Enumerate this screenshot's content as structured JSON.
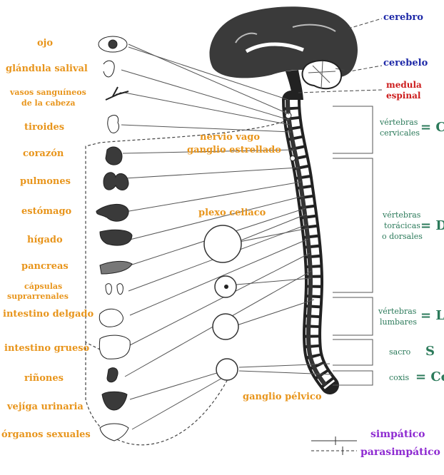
{
  "organs": [
    "ojo",
    "glándula salival",
    "vasos sanguíneos",
    "de la cabeza",
    "tiroides",
    "corazón",
    "pulmones",
    "estómago",
    "hígado",
    "pancreas",
    "cápsulas",
    "suprarrenales",
    "intestino delgado",
    "intestino grueso",
    "riñones",
    "vejíga urinaria",
    "órganos sexuales"
  ],
  "brain": {
    "cerebro": "cerebro",
    "cerebelo": "cerebelo",
    "medula_1": "medula",
    "medula_2": "espinal"
  },
  "ganglia": {
    "vago_1": "nervio vago",
    "vago_2": "ganglio estrellado",
    "celiaco": "plexo celiaco",
    "pelvico": "ganglio pélvico"
  },
  "vertebrae": {
    "cervical": {
      "line1": "vértebras",
      "line2": "cervicales",
      "symbol": "= C"
    },
    "dorsal": {
      "line1": "vértebras",
      "line2": "torácicas",
      "line3": "o dorsales",
      "symbol": "= D"
    },
    "lumbar": {
      "line1": "vértebras",
      "line2": "lumbares",
      "symbol": "= L"
    },
    "sacro": {
      "line1": "sacro",
      "symbol": "S"
    },
    "coxis": {
      "line1": "coxis",
      "symbol": "= Co"
    }
  },
  "legend": {
    "simpatico": "simpático",
    "parasimpatico": "parasimpático"
  },
  "colors": {
    "organ_labels": "#e8951c",
    "vertebra_labels": "#2b7a5a",
    "brain_labels": "#1f2aa8",
    "spinal_cord_label": "#cc1b1b",
    "legend_labels": "#8e2bd1",
    "drawing": "#222222"
  }
}
